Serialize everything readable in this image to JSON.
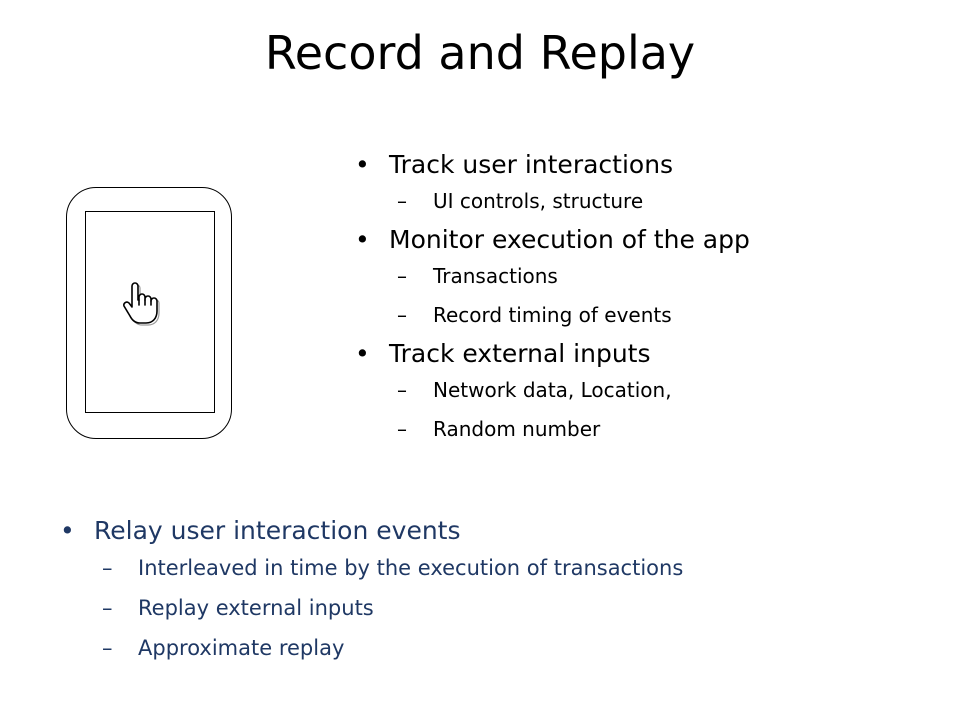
{
  "slide": {
    "title": "Record and Replay",
    "upper_bullets": [
      {
        "text": "Track user interactions",
        "sub": [
          "UI controls, structure"
        ]
      },
      {
        "text": "Monitor execution of the app",
        "sub": [
          "Transactions",
          "Record timing of events"
        ]
      },
      {
        "text": "Track external inputs",
        "sub": [
          "Network data, Location,",
          "Random number"
        ]
      }
    ],
    "lower_bullets": [
      {
        "text": "Relay user interaction events",
        "sub": [
          "Interleaved in time by the execution of transactions",
          "Replay external inputs",
          "Approximate replay"
        ]
      }
    ],
    "sub_marker": "–",
    "colors": {
      "text": "#000000",
      "accent_text": "#1f3864"
    },
    "icons": {
      "device": "phone-outline-icon",
      "pointer": "hand-pointer-icon"
    }
  }
}
